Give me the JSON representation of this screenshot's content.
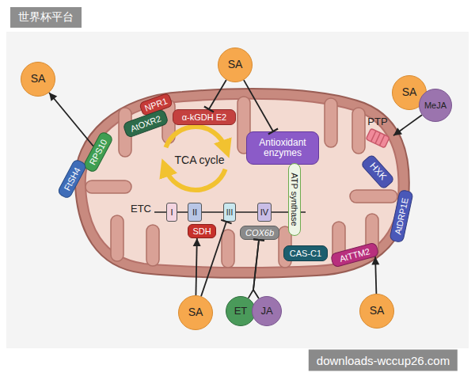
{
  "diagram": {
    "nodes": [
      {
        "text": [
          "SA"
        ]
      },
      {
        "text": [
          "SA"
        ]
      },
      {
        "text": [
          "SA"
        ]
      },
      {
        "text": [
          "MeJA"
        ]
      },
      {
        "text": [
          "NPR1"
        ]
      },
      {
        "text": [
          "α-kGDH E2"
        ]
      },
      {
        "text": [
          "AtOXR2"
        ]
      },
      {
        "text": [
          "PTP"
        ]
      },
      {
        "text": [
          "Antioxidant enzymes"
        ]
      },
      {
        "text": [
          "RPS10"
        ]
      },
      {
        "text": [
          "HXK"
        ]
      },
      {
        "text": [
          "FtSH4"
        ]
      },
      {
        "text": [
          "ATP synthase"
        ]
      },
      {
        "text": [
          "I"
        ]
      },
      {
        "text": [
          "II"
        ]
      },
      {
        "text": [
          "III"
        ]
      },
      {
        "text": [
          "IV"
        ]
      },
      {
        "text": [
          "AtDRP1E"
        ]
      },
      {
        "text": [
          "SDH"
        ]
      },
      {
        "text": [
          "COX6b"
        ]
      },
      {
        "text": [
          "CAS-C1"
        ]
      },
      {
        "text": [
          "AtTTM2"
        ]
      },
      {
        "text": [
          "SA"
        ]
      },
      {
        "text": [
          "ET"
        ]
      },
      {
        "text": [
          "JA"
        ]
      },
      {
        "text": [
          "SA"
        ]
      }
    ],
    "edges": [
      {
        "from": 9,
        "to": 0,
        "arrow": "to"
      },
      {
        "from": 1,
        "to": 5,
        "arrow": "to"
      },
      {
        "from": 1,
        "to": 8,
        "arrow": "to"
      },
      {
        "from": 3,
        "to": 7,
        "arrow": "to"
      },
      {
        "from": 22,
        "to": 18,
        "arrow": "to"
      },
      {
        "from": 22,
        "to": 15,
        "arrow": "to"
      },
      {
        "from": 23,
        "to": 19,
        "arrow": "to"
      },
      {
        "from": 24,
        "to": 19,
        "arrow": "to"
      },
      {
        "from": 25,
        "to": 21,
        "arrow": "to"
      }
    ],
    "labels": [
      "世界杯平台",
      "TCA cycle",
      "ETC",
      "downloads-wccup26.com"
    ]
  }
}
